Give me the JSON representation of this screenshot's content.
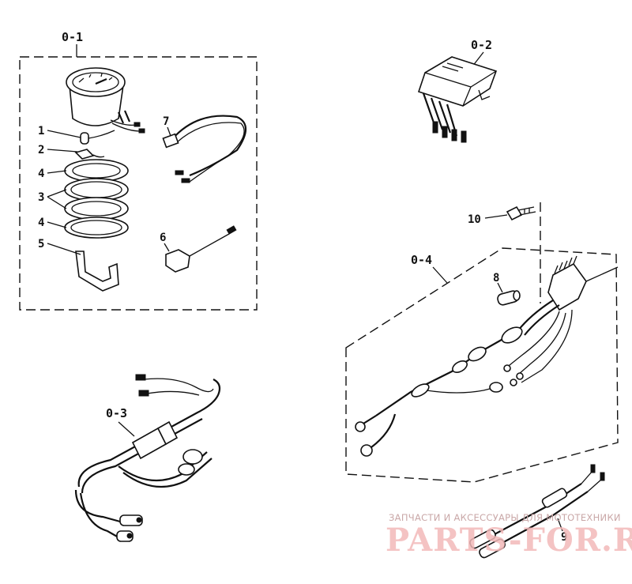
{
  "groups": {
    "g01": "0-1",
    "g02": "0-2",
    "g03": "0-3",
    "g04": "0-4"
  },
  "callouts": {
    "c1": "1",
    "c2": "2",
    "c3": "3",
    "c4a": "4",
    "c4b": "4",
    "c5": "5",
    "c6": "6",
    "c7": "7",
    "c8": "8",
    "c9": "9",
    "c10": "10"
  },
  "watermark": {
    "tagline": "ЗАПЧАСТИ И АКСЕССУАРЫ ДЛЯ МОТОТЕХНИКИ",
    "brand": "PARTS-FOR.RU"
  }
}
